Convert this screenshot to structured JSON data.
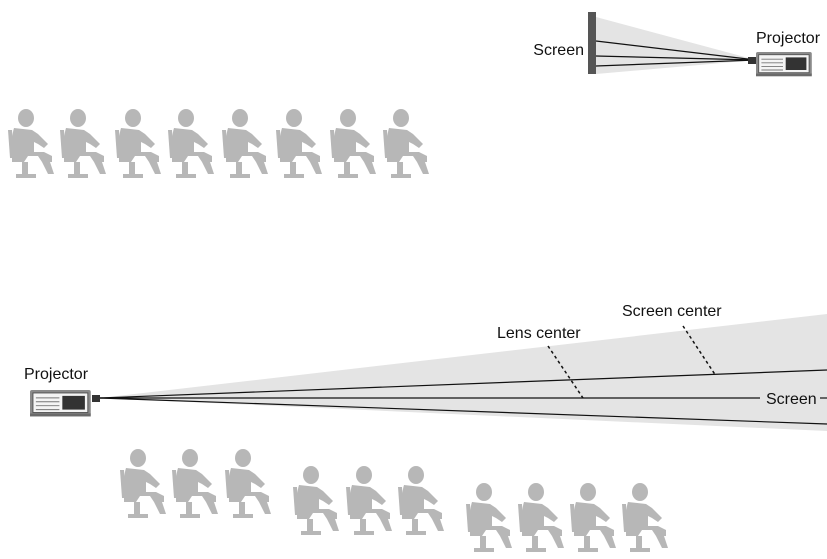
{
  "top_diagram": {
    "screen_label": "Screen",
    "projector_label": "Projector"
  },
  "bottom_diagram": {
    "projector_label": "Projector",
    "lens_center_label": "Lens center",
    "screen_center_label": "Screen center",
    "screen_label": "Screen"
  },
  "audience": {
    "top_row_count": 8,
    "bottom_row_count": 10
  },
  "icons": {
    "seat": "seated-person-icon",
    "projector": "projector-icon",
    "screen": "screen-panel-icon"
  },
  "colors": {
    "beam": "#e4e4e4",
    "person": "#b7b7b7",
    "projector_body": "#8a8a8a",
    "screen_panel": "#555555",
    "line": "#111111"
  }
}
